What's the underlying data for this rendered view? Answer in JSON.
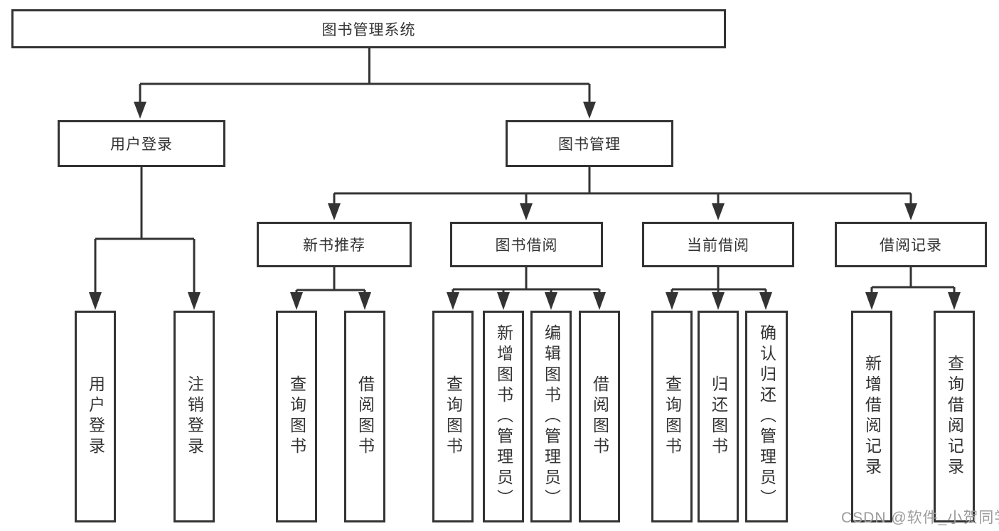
{
  "tree": {
    "label": "图书管理系统",
    "children": [
      {
        "label": "用户登录",
        "children": [
          {
            "label": "用户登录"
          },
          {
            "label": "注销登录"
          }
        ]
      },
      {
        "label": "图书管理",
        "children": [
          {
            "label": "新书推荐",
            "children": [
              {
                "label": "查询图书"
              },
              {
                "label": "借阅图书"
              }
            ]
          },
          {
            "label": "图书借阅",
            "children": [
              {
                "label": "查询图书"
              },
              {
                "label": "新增图书（管理员）"
              },
              {
                "label": "编辑图书（管理员）"
              },
              {
                "label": "借阅图书"
              }
            ]
          },
          {
            "label": "当前借阅",
            "children": [
              {
                "label": "查询图书"
              },
              {
                "label": "归还图书"
              },
              {
                "label": "确认归还（管理员）"
              }
            ]
          },
          {
            "label": "借阅记录",
            "children": [
              {
                "label": "新增借阅记录"
              },
              {
                "label": "查询借阅记录"
              }
            ]
          }
        ]
      }
    ]
  },
  "watermark": {
    "text": "CSDN @软件_小贺同学"
  },
  "colors": {
    "line": "#333333",
    "box_border": "#333333",
    "text": "#333333",
    "background": "#ffffff",
    "watermark": "#9b9b9b"
  }
}
